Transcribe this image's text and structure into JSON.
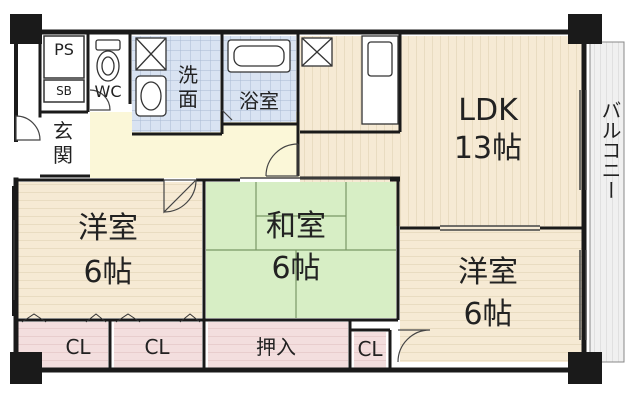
{
  "colors": {
    "wall": "#1a1a1a",
    "wood": "#f6ead4",
    "wood_line": "#d9c9a8",
    "tatami": "#d7eec5",
    "tatami_line": "#6e8a5a",
    "tile": "#d9e3f2",
    "tile_line": "#9fb2cf",
    "closet": "#f2dcdc",
    "hall": "#fbf7d8",
    "white": "#ffffff",
    "balcony": "#f2f2f2"
  },
  "labels": {
    "ps": "PS",
    "sb": "SB",
    "wc": "WC",
    "washroom": "洗\n面",
    "bath": "浴室",
    "entrance": "玄\n関",
    "ldk_name": "LDK",
    "ldk_size": "13帖",
    "western1_name": "洋室",
    "western1_size": "6帖",
    "japanese_name": "和室",
    "japanese_size": "6帖",
    "western2_name": "洋室",
    "western2_size": "6帖",
    "balcony": "バルコニー",
    "closet1": "CL",
    "closet2": "CL",
    "oshiire": "押入",
    "closet3": "CL"
  },
  "icons": [
    "toilet-icon",
    "washbasin-icon",
    "bathtub-icon",
    "kitchen-sink-icon",
    "stove-icon",
    "washing-machine-icon"
  ]
}
